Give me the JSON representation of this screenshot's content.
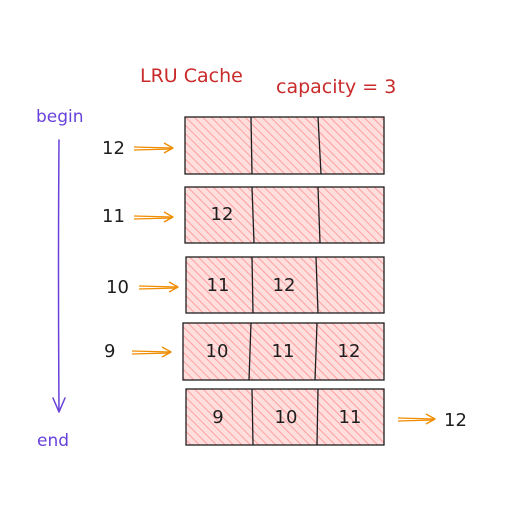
{
  "title": "LRU Cache",
  "capacity_label": "capacity = 3",
  "timeline": {
    "begin_label": "begin",
    "end_label": "end"
  },
  "colors": {
    "title": "#c92a2a",
    "timeline": "#6741d9",
    "arrow": "#f08c00",
    "cell_fill": "#ffc9c9",
    "cell_stroke": "#1e1e1e",
    "text": "#1e1e1e"
  },
  "steps": [
    {
      "input": "12",
      "cells": [
        "",
        "",
        ""
      ]
    },
    {
      "input": "11",
      "cells": [
        "12",
        "",
        ""
      ]
    },
    {
      "input": "10",
      "cells": [
        "11",
        "12",
        ""
      ]
    },
    {
      "input": "9",
      "cells": [
        "10",
        "11",
        "12"
      ]
    },
    {
      "input": "",
      "cells": [
        "9",
        "10",
        "11"
      ],
      "evicted": "12"
    }
  ]
}
